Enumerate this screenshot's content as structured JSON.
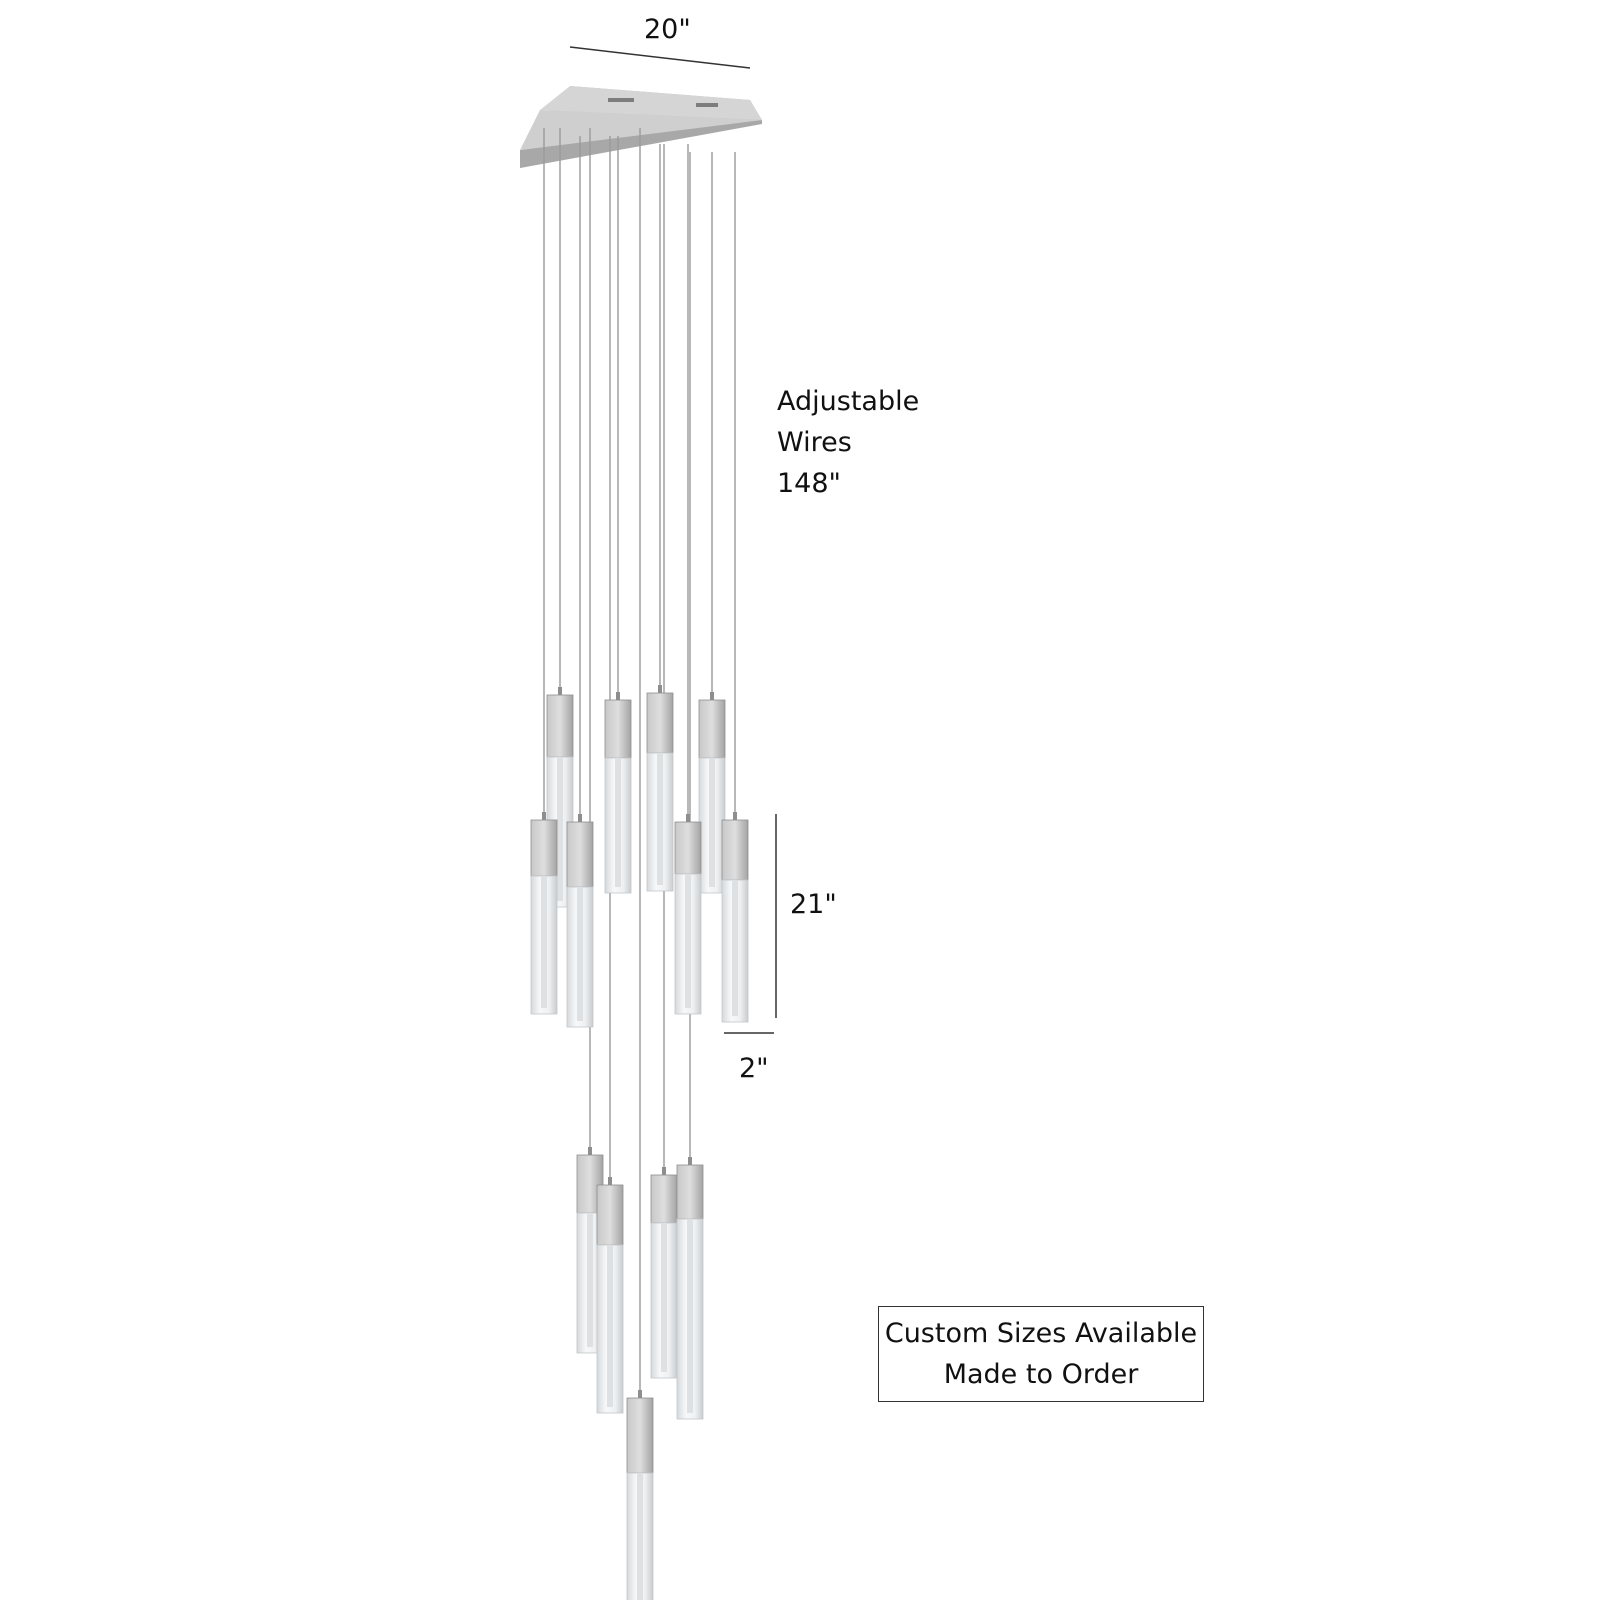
{
  "dimensions": {
    "canopy_width": "20\"",
    "wire_label_line1": "Adjustable",
    "wire_label_line2": "Wires",
    "wire_length": "148\"",
    "pendant_height": "21\"",
    "pendant_width": "2\""
  },
  "notice": {
    "line1": "Custom Sizes Available",
    "line2": "Made to Order"
  },
  "colors": {
    "metal": "#b9b9b9",
    "metal_dark": "#8e8e8e",
    "wire": "#9a9a9a",
    "glass": "#e9ecee",
    "line": "#333333"
  }
}
